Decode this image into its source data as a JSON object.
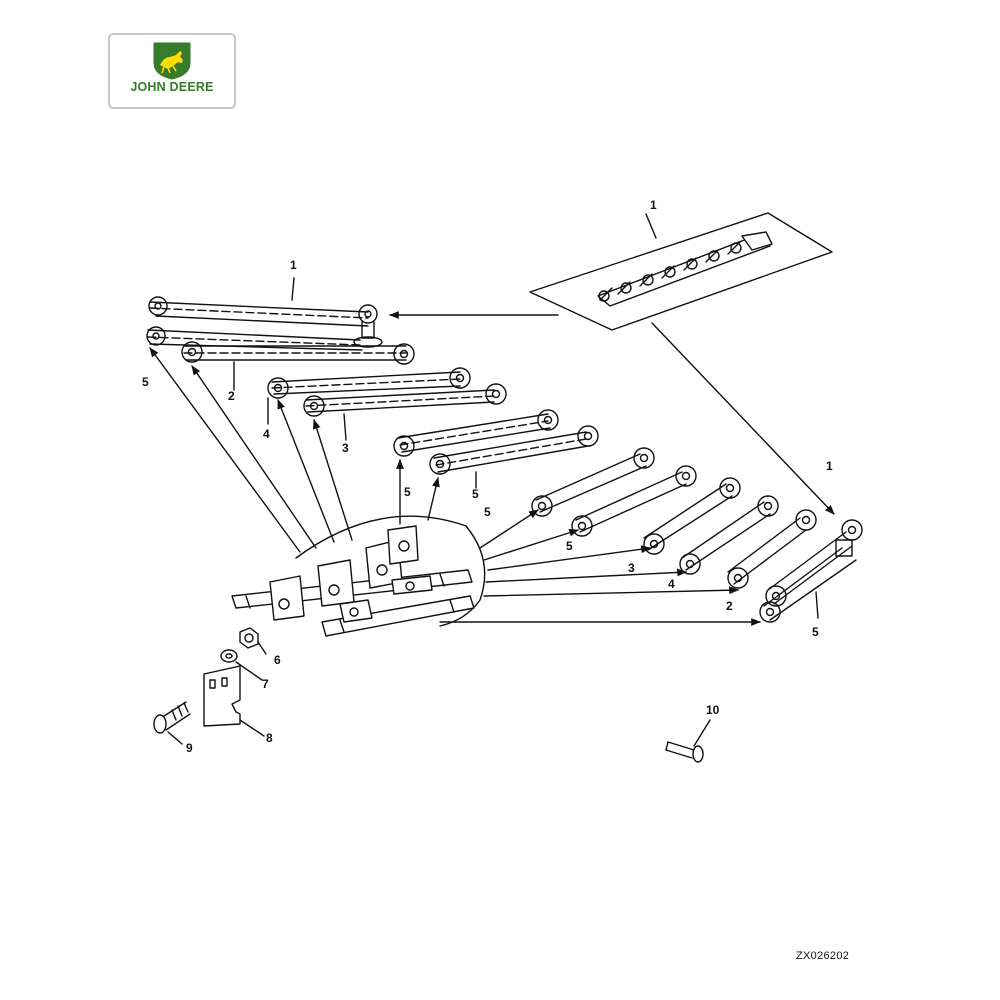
{
  "logo": {
    "brand_text": "JOHN DEERE",
    "brand_color": "#367c2b",
    "badge_color": "#ffde00"
  },
  "callouts": {
    "top_right_1": "1",
    "upper_left_1": "1",
    "row1_5": "5",
    "row1_2": "2",
    "row2_4": "4",
    "row2_3": "3",
    "row3_5a": "5",
    "row3_5b": "5",
    "right_1": "1",
    "right_5a": "5",
    "right_5b": "5",
    "right_3": "3",
    "right_4": "4",
    "right_2": "2",
    "right_5c": "5",
    "part_6": "6",
    "part_7": "7",
    "part_8": "8",
    "part_9": "9",
    "part_10": "10"
  },
  "figure_code": "ZX026202",
  "colors": {
    "ink": "#111111",
    "paper": "#ffffff"
  }
}
